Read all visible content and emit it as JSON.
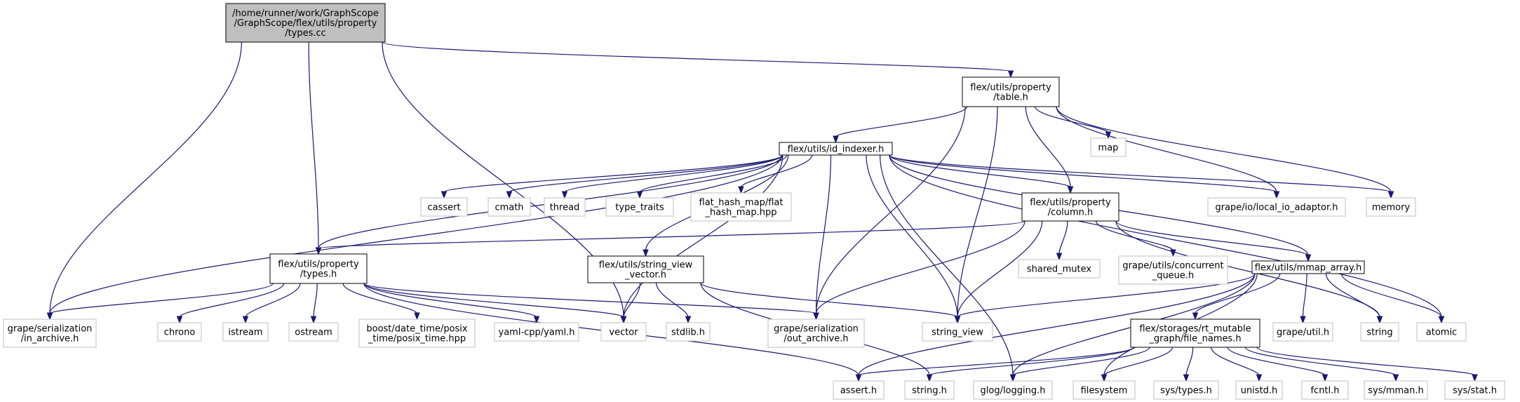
{
  "nodes": [
    {
      "id": "root",
      "kind": "root",
      "lines": [
        "/home/runner/work/GraphScope",
        "/GraphScope/flex/utils/property",
        "/types.cc"
      ]
    },
    {
      "id": "table_h",
      "kind": "internal",
      "lines": [
        "flex/utils/property",
        "/table.h"
      ]
    },
    {
      "id": "id_indexer",
      "kind": "internal",
      "lines": [
        "flex/utils/id_indexer.h"
      ]
    },
    {
      "id": "map",
      "kind": "external",
      "lines": [
        "map"
      ]
    },
    {
      "id": "memory",
      "kind": "external",
      "lines": [
        "memory"
      ]
    },
    {
      "id": "local_io",
      "kind": "external",
      "lines": [
        "grape/io/local_io_adaptor.h"
      ]
    },
    {
      "id": "column_h",
      "kind": "internal",
      "lines": [
        "flex/utils/property",
        "/column.h"
      ]
    },
    {
      "id": "cassert",
      "kind": "external",
      "lines": [
        "cassert"
      ]
    },
    {
      "id": "cmath",
      "kind": "external",
      "lines": [
        "cmath"
      ]
    },
    {
      "id": "thread",
      "kind": "external",
      "lines": [
        "thread"
      ]
    },
    {
      "id": "type_traits",
      "kind": "external",
      "lines": [
        "type_traits"
      ]
    },
    {
      "id": "flat_hash_map",
      "kind": "external",
      "lines": [
        "flat_hash_map/flat",
        "_hash_map.hpp"
      ]
    },
    {
      "id": "types_h",
      "kind": "internal",
      "lines": [
        "flex/utils/property",
        "/types.h"
      ]
    },
    {
      "id": "string_view_vector",
      "kind": "internal",
      "lines": [
        "flex/utils/string_view",
        "_vector.h"
      ]
    },
    {
      "id": "shared_mutex",
      "kind": "external",
      "lines": [
        "shared_mutex"
      ]
    },
    {
      "id": "concurrent_queue",
      "kind": "external",
      "lines": [
        "grape/utils/concurrent",
        "_queue.h"
      ]
    },
    {
      "id": "mmap_array",
      "kind": "internal",
      "lines": [
        "flex/utils/mmap_array.h"
      ]
    },
    {
      "id": "in_archive",
      "kind": "external",
      "lines": [
        "grape/serialization",
        "/in_archive.h"
      ]
    },
    {
      "id": "chrono",
      "kind": "external",
      "lines": [
        "chrono"
      ]
    },
    {
      "id": "istream",
      "kind": "external",
      "lines": [
        "istream"
      ]
    },
    {
      "id": "ostream",
      "kind": "external",
      "lines": [
        "ostream"
      ]
    },
    {
      "id": "posix_time",
      "kind": "external",
      "lines": [
        "boost/date_time/posix",
        "_time/posix_time.hpp"
      ]
    },
    {
      "id": "yaml",
      "kind": "external",
      "lines": [
        "yaml-cpp/yaml.h"
      ]
    },
    {
      "id": "vector",
      "kind": "external",
      "lines": [
        "vector"
      ]
    },
    {
      "id": "stdlib",
      "kind": "external",
      "lines": [
        "stdlib.h"
      ]
    },
    {
      "id": "out_archive",
      "kind": "external",
      "lines": [
        "grape/serialization",
        "/out_archive.h"
      ]
    },
    {
      "id": "string_view",
      "kind": "external",
      "lines": [
        "string_view"
      ]
    },
    {
      "id": "file_names",
      "kind": "internal",
      "lines": [
        "flex/storages/rt_mutable",
        "_graph/file_names.h"
      ]
    },
    {
      "id": "grape_util",
      "kind": "external",
      "lines": [
        "grape/util.h"
      ]
    },
    {
      "id": "string",
      "kind": "external",
      "lines": [
        "string"
      ]
    },
    {
      "id": "atomic",
      "kind": "external",
      "lines": [
        "atomic"
      ]
    },
    {
      "id": "assert_h",
      "kind": "external",
      "lines": [
        "assert.h"
      ]
    },
    {
      "id": "string_h",
      "kind": "external",
      "lines": [
        "string.h"
      ]
    },
    {
      "id": "glog",
      "kind": "external",
      "lines": [
        "glog/logging.h"
      ]
    },
    {
      "id": "filesystem",
      "kind": "external",
      "lines": [
        "filesystem"
      ]
    },
    {
      "id": "sys_types",
      "kind": "external",
      "lines": [
        "sys/types.h"
      ]
    },
    {
      "id": "unistd",
      "kind": "external",
      "lines": [
        "unistd.h"
      ]
    },
    {
      "id": "fcntl",
      "kind": "external",
      "lines": [
        "fcntl.h"
      ]
    },
    {
      "id": "sys_mman",
      "kind": "external",
      "lines": [
        "sys/mman.h"
      ]
    },
    {
      "id": "sys_stat",
      "kind": "external",
      "lines": [
        "sys/stat.h"
      ]
    }
  ],
  "edges": [
    [
      "root",
      "table_h"
    ],
    [
      "root",
      "types_h"
    ],
    [
      "root",
      "in_archive"
    ],
    [
      "root",
      "vector"
    ],
    [
      "table_h",
      "id_indexer"
    ],
    [
      "table_h",
      "map"
    ],
    [
      "table_h",
      "memory"
    ],
    [
      "table_h",
      "local_io"
    ],
    [
      "table_h",
      "column_h"
    ],
    [
      "table_h",
      "out_archive"
    ],
    [
      "table_h",
      "string_view"
    ],
    [
      "id_indexer",
      "cassert"
    ],
    [
      "id_indexer",
      "cmath"
    ],
    [
      "id_indexer",
      "thread"
    ],
    [
      "id_indexer",
      "type_traits"
    ],
    [
      "id_indexer",
      "flat_hash_map"
    ],
    [
      "id_indexer",
      "column_h"
    ],
    [
      "id_indexer",
      "types_h"
    ],
    [
      "id_indexer",
      "string_view_vector"
    ],
    [
      "id_indexer",
      "mmap_array"
    ],
    [
      "id_indexer",
      "local_io"
    ],
    [
      "id_indexer",
      "memory"
    ],
    [
      "id_indexer",
      "atomic"
    ],
    [
      "id_indexer",
      "in_archive"
    ],
    [
      "id_indexer",
      "vector"
    ],
    [
      "id_indexer",
      "out_archive"
    ],
    [
      "id_indexer",
      "string_view"
    ],
    [
      "id_indexer",
      "glog"
    ],
    [
      "column_h",
      "types_h"
    ],
    [
      "column_h",
      "shared_mutex"
    ],
    [
      "column_h",
      "concurrent_queue"
    ],
    [
      "column_h",
      "mmap_array"
    ],
    [
      "column_h",
      "out_archive"
    ],
    [
      "column_h",
      "string_view"
    ],
    [
      "column_h",
      "string"
    ],
    [
      "types_h",
      "in_archive"
    ],
    [
      "types_h",
      "chrono"
    ],
    [
      "types_h",
      "istream"
    ],
    [
      "types_h",
      "ostream"
    ],
    [
      "types_h",
      "posix_time"
    ],
    [
      "types_h",
      "yaml"
    ],
    [
      "types_h",
      "vector"
    ],
    [
      "types_h",
      "out_archive"
    ],
    [
      "types_h",
      "assert_h"
    ],
    [
      "string_view_vector",
      "vector"
    ],
    [
      "string_view_vector",
      "stdlib"
    ],
    [
      "string_view_vector",
      "string_view"
    ],
    [
      "string_view_vector",
      "string_h"
    ],
    [
      "mmap_array",
      "string_view"
    ],
    [
      "mmap_array",
      "file_names"
    ],
    [
      "mmap_array",
      "grape_util"
    ],
    [
      "mmap_array",
      "string"
    ],
    [
      "mmap_array",
      "atomic"
    ],
    [
      "mmap_array",
      "assert_h"
    ],
    [
      "mmap_array",
      "glog"
    ],
    [
      "mmap_array",
      "filesystem"
    ],
    [
      "file_names",
      "assert_h"
    ],
    [
      "file_names",
      "string_h"
    ],
    [
      "file_names",
      "glog"
    ],
    [
      "file_names",
      "filesystem"
    ],
    [
      "file_names",
      "sys_types"
    ],
    [
      "file_names",
      "unistd"
    ],
    [
      "file_names",
      "fcntl"
    ],
    [
      "file_names",
      "sys_mman"
    ],
    [
      "file_names",
      "sys_stat"
    ]
  ]
}
